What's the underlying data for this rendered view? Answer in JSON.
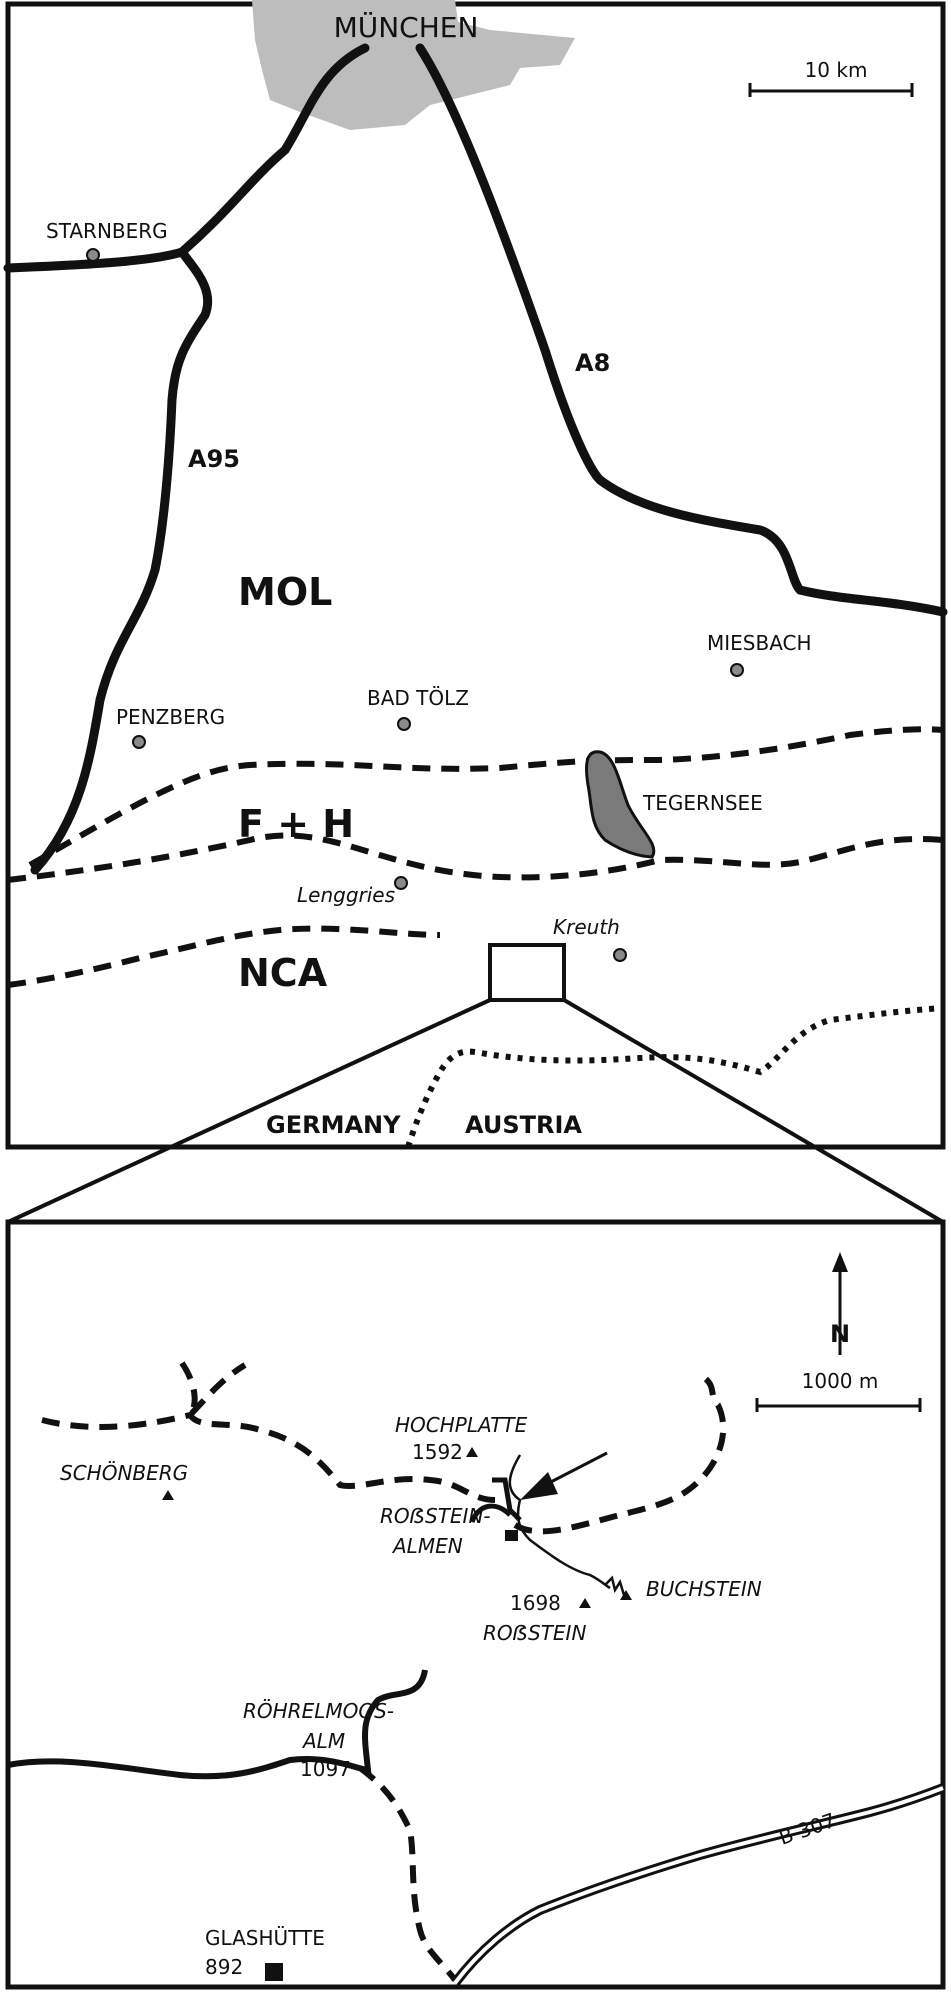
{
  "colors": {
    "ink": "#111111",
    "urban": "#bdbdbd",
    "lake": "#7a7a7a",
    "town_dot": "#8a8a8a"
  },
  "overview": {
    "city": "MÜNCHEN",
    "scale_label": "10 km",
    "highways": [
      "A8",
      "A95"
    ],
    "towns": [
      "STARNBERG",
      "MIESBACH",
      "PENZBERG",
      "BAD TÖLZ",
      "Lenggries",
      "Kreuth"
    ],
    "lake": "TEGERNSEE",
    "zones": [
      "MOL",
      "F + H",
      "NCA"
    ],
    "countries": [
      "GERMANY",
      "AUSTRIA"
    ]
  },
  "inset": {
    "north_label": "N",
    "scale_label": "1000 m",
    "road": "B 307",
    "places": {
      "schoenberg": "SCHÖNBERG",
      "hochplatte": "HOCHPLATTE",
      "hochplatte_elev": "1592",
      "rosstein_almen_1": "ROẞSTEIN-",
      "rosstein_almen_2": "ALMEN",
      "buchstein": "BUCHSTEIN",
      "rosstein_elev": "1698",
      "rosstein": "ROẞSTEIN",
      "roehrelmoos_1": "RÖHRELMOOS-",
      "roehrelmoos_2": "ALM",
      "roehrelmoos_elev": "1097",
      "glashuette": "GLASHÜTTE",
      "glashuette_elev": "892"
    }
  }
}
